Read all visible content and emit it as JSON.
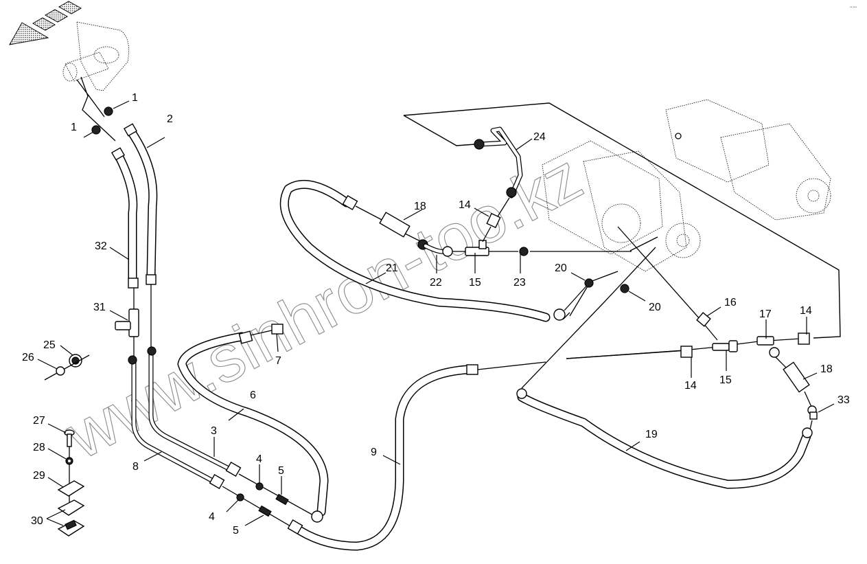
{
  "diagram": {
    "title": "Hydraulic hoses and fittings — exploded parts view",
    "watermark": "www.sinhron-too.kz",
    "corner_mark": "•• •••",
    "direction_indicator": "travel-direction-arrow",
    "callouts": [
      {
        "id": "c1a",
        "label": "1",
        "part": "fitting"
      },
      {
        "id": "c1b",
        "label": "1",
        "part": "fitting"
      },
      {
        "id": "c2",
        "label": "2",
        "part": "hose"
      },
      {
        "id": "c3",
        "label": "3",
        "part": "pipe"
      },
      {
        "id": "c4a",
        "label": "4",
        "part": "seal-ring"
      },
      {
        "id": "c4b",
        "label": "4",
        "part": "seal-ring"
      },
      {
        "id": "c5a",
        "label": "5",
        "part": "adapter"
      },
      {
        "id": "c5b",
        "label": "5",
        "part": "adapter"
      },
      {
        "id": "c6",
        "label": "6",
        "part": "hose"
      },
      {
        "id": "c7",
        "label": "7",
        "part": "adapter"
      },
      {
        "id": "c8",
        "label": "8",
        "part": "pipe"
      },
      {
        "id": "c9",
        "label": "9",
        "part": "hose"
      },
      {
        "id": "c14a",
        "label": "14",
        "part": "fitting"
      },
      {
        "id": "c14b",
        "label": "14",
        "part": "fitting"
      },
      {
        "id": "c14c",
        "label": "14",
        "part": "fitting"
      },
      {
        "id": "c15a",
        "label": "15",
        "part": "tee"
      },
      {
        "id": "c15b",
        "label": "15",
        "part": "tee"
      },
      {
        "id": "c16",
        "label": "16",
        "part": "adapter"
      },
      {
        "id": "c17",
        "label": "17",
        "part": "elbow"
      },
      {
        "id": "c18a",
        "label": "18",
        "part": "valve"
      },
      {
        "id": "c18b",
        "label": "18",
        "part": "valve"
      },
      {
        "id": "c19",
        "label": "19",
        "part": "hose"
      },
      {
        "id": "c20a",
        "label": "20",
        "part": "adapter"
      },
      {
        "id": "c20b",
        "label": "20",
        "part": "adapter"
      },
      {
        "id": "c21",
        "label": "21",
        "part": "hose"
      },
      {
        "id": "c22",
        "label": "22",
        "part": "elbow-pipe"
      },
      {
        "id": "c23",
        "label": "23",
        "part": "adapter"
      },
      {
        "id": "c24",
        "label": "24",
        "part": "pipe"
      },
      {
        "id": "c25",
        "label": "25",
        "part": "nut"
      },
      {
        "id": "c26",
        "label": "26",
        "part": "plug"
      },
      {
        "id": "c27",
        "label": "27",
        "part": "bolt"
      },
      {
        "id": "c28",
        "label": "28",
        "part": "washer"
      },
      {
        "id": "c29",
        "label": "29",
        "part": "cover-plate"
      },
      {
        "id": "c30",
        "label": "30",
        "part": "clamp-halves"
      },
      {
        "id": "c31",
        "label": "31",
        "part": "tee-valve"
      },
      {
        "id": "c32",
        "label": "32",
        "part": "hose"
      },
      {
        "id": "c33",
        "label": "33",
        "part": "elbow"
      }
    ]
  }
}
